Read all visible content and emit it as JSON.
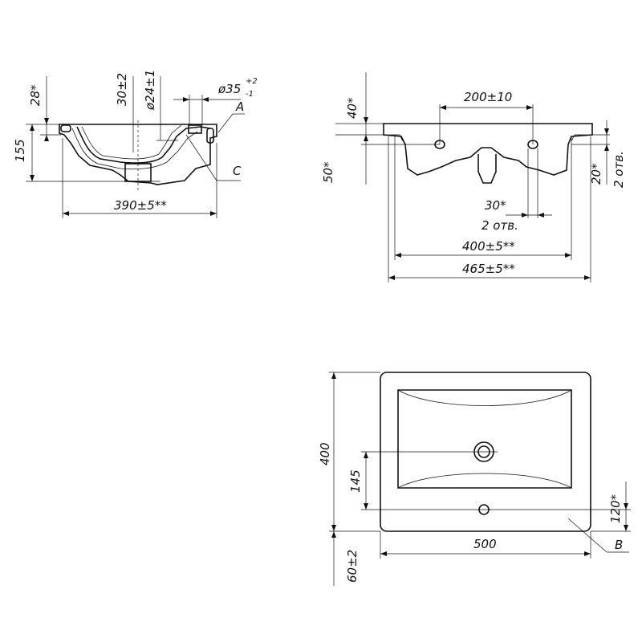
{
  "side_view": {
    "dim_28": "28*",
    "dim_30": "30±2",
    "dim_24": "ø24±1",
    "dim_35": "ø35",
    "dim_35_tol_upper": "+2",
    "dim_35_tol_lower": "-1",
    "label_A": "A",
    "label_C": "C",
    "dim_155": "155",
    "dim_390": "390±5**"
  },
  "front_view": {
    "dim_40": "40*",
    "dim_200": "200±10",
    "dim_50": "50*",
    "dim_20": "20*",
    "holes_right": "2 отв.",
    "dim_30": "30*",
    "holes_bottom": "2 отв.",
    "dim_400": "400±5**",
    "dim_465": "465±5**"
  },
  "top_view": {
    "dim_400": "400",
    "dim_145": "145",
    "dim_120": "120*",
    "dim_500": "500",
    "label_B": "B",
    "dim_60": "60±2"
  }
}
